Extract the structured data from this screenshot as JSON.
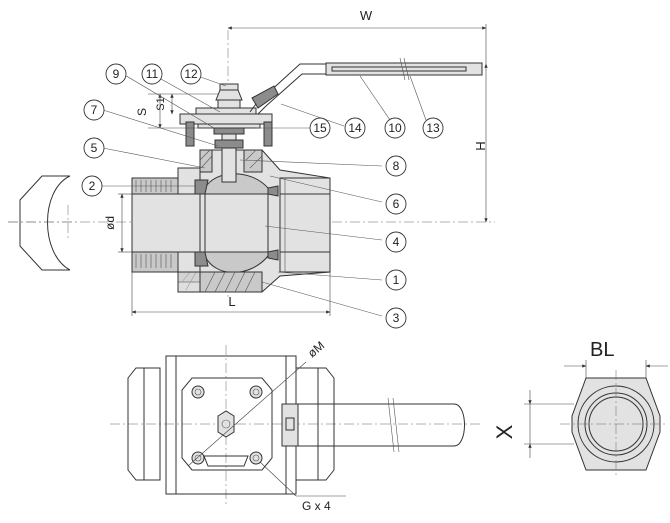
{
  "dimensions": {
    "W": "W",
    "H": "H",
    "L": "L",
    "S": "S",
    "S1": "S1",
    "d": "ød",
    "M": "øM",
    "G": "G x 4",
    "BL": "BL",
    "X": "X"
  },
  "balloons": [
    {
      "id": "b1",
      "label": "1"
    },
    {
      "id": "b2",
      "label": "2"
    },
    {
      "id": "b3",
      "label": "3"
    },
    {
      "id": "b4",
      "label": "4"
    },
    {
      "id": "b5",
      "label": "5"
    },
    {
      "id": "b6",
      "label": "6"
    },
    {
      "id": "b7",
      "label": "7"
    },
    {
      "id": "b8",
      "label": "8"
    },
    {
      "id": "b9",
      "label": "9"
    },
    {
      "id": "b10",
      "label": "10"
    },
    {
      "id": "b11",
      "label": "11"
    },
    {
      "id": "b12",
      "label": "12"
    },
    {
      "id": "b13",
      "label": "13"
    },
    {
      "id": "b14",
      "label": "14"
    },
    {
      "id": "b15",
      "label": "15"
    }
  ]
}
